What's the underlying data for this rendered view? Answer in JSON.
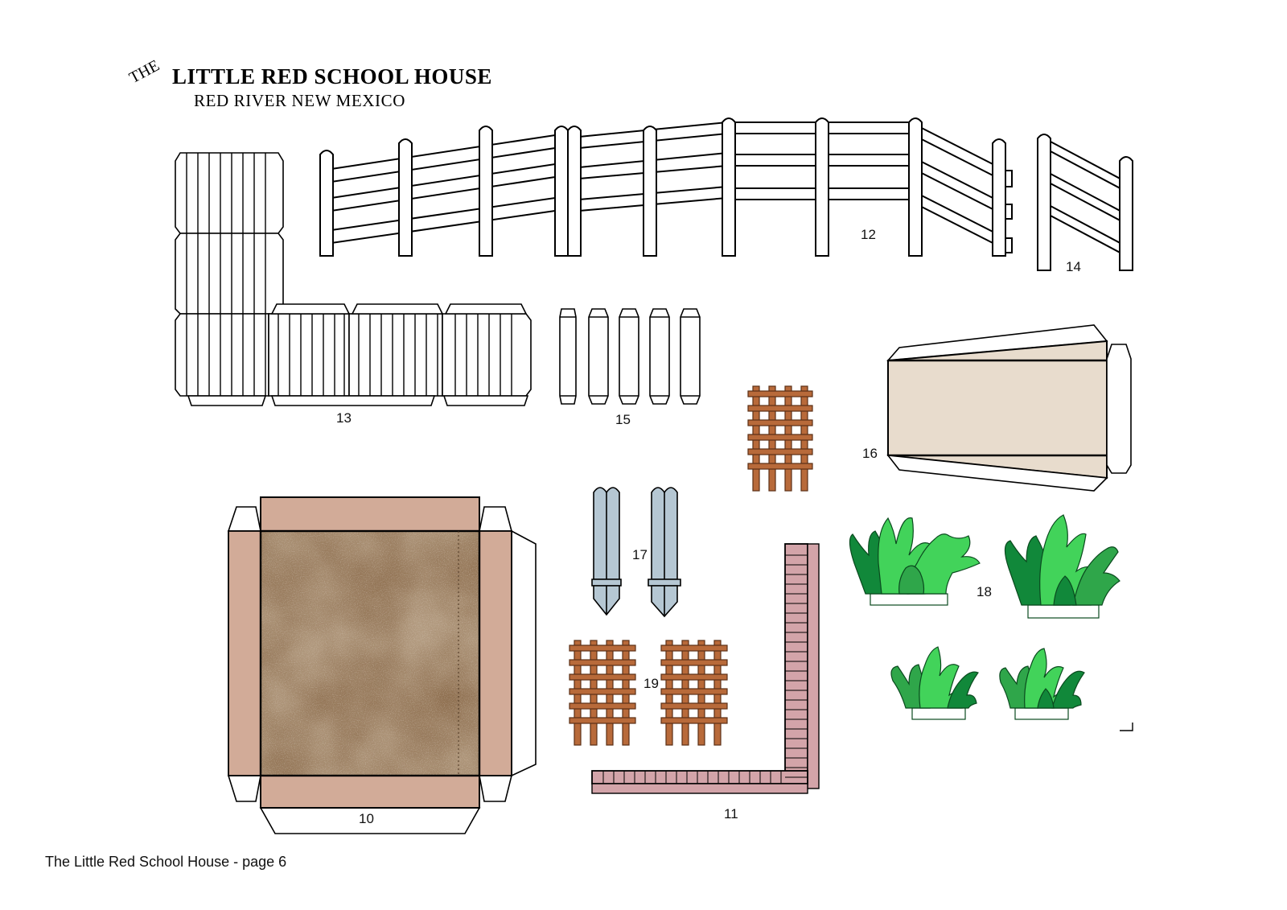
{
  "header": {
    "the": "THE",
    "title": "LITTLE RED SCHOOL HOUSE",
    "subtitle": "RED RIVER NEW MEXICO"
  },
  "parts": {
    "p10": "10",
    "p11": "11",
    "p12": "12",
    "p13": "13",
    "p14": "14",
    "p15": "15",
    "p16": "16",
    "p17": "17",
    "p18": "18",
    "p19": "19"
  },
  "footer": {
    "text": "The Little Red School House - page 6"
  },
  "colors": {
    "outline": "#000000",
    "tan_tab": "#d2ab98",
    "ground_dark": "#7a5a3c",
    "ground_light": "#b09070",
    "walk_beige": "#e8dccd",
    "trellis_brown": "#b86a3a",
    "post_blue": "#b5c7d3",
    "brick_pink": "#d3a4a9",
    "bush_dark": "#11883a",
    "bush_mid": "#2fa64a",
    "bush_light": "#42d35a"
  }
}
